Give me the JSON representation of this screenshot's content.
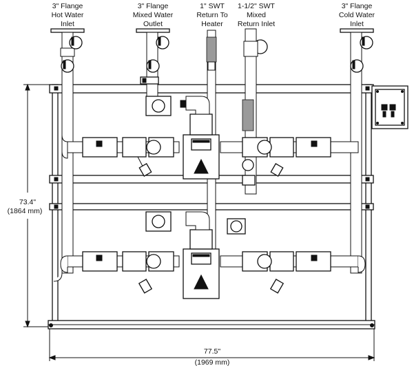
{
  "labels": {
    "hot_inlet": [
      "3\" Flange",
      "Hot Water",
      "Inlet"
    ],
    "mixed_outlet": [
      "3\" Flange",
      "Mixed Water",
      "Outlet"
    ],
    "return_heater": [
      "1\" SWT",
      "Return To",
      "Heater"
    ],
    "return_inlet": [
      "1-1/2\" SWT",
      "Mixed",
      "Return Inlet"
    ],
    "cold_inlet": [
      "3\" Flange",
      "Cold Water",
      "Inlet"
    ]
  },
  "dimensions": {
    "height": [
      "73.4\"",
      "(1864 mm)"
    ],
    "width": [
      "77.5\"",
      "(1969 mm)"
    ]
  }
}
